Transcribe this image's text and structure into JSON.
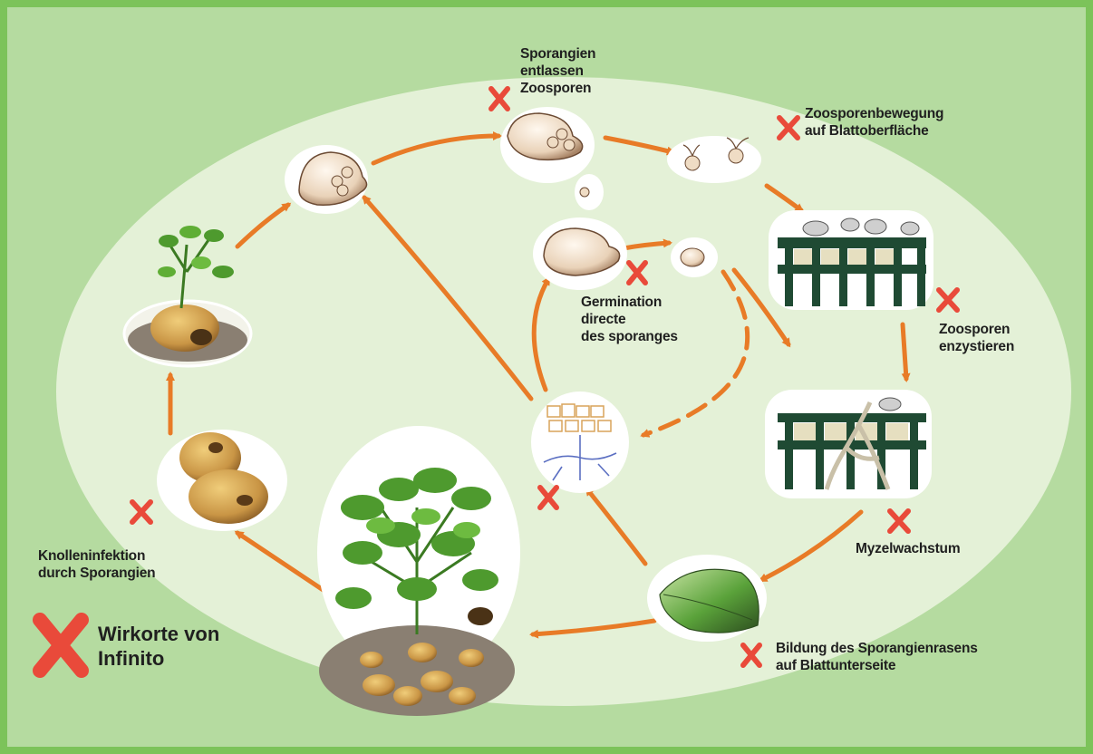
{
  "labels": {
    "sporangia_release": [
      "Sporangien",
      "entlassen",
      "Zoosporen"
    ],
    "zoospore_movement": [
      "Zoosporenbewegung",
      "auf Blattoberfläche"
    ],
    "germination": [
      "Germination",
      "directe",
      "des sporanges"
    ],
    "encystment": [
      "Zoosporen",
      "enzystieren"
    ],
    "mycelium": [
      "Myzelwachstum"
    ],
    "sporangium_lawn": [
      "Bildung des Sporangienrasens",
      "auf Blattunterseite"
    ],
    "tuber_infection": [
      "Knolleninfektion",
      "durch Sporangien"
    ]
  },
  "legend": {
    "lines": [
      "Wirkorte von",
      "Infinito"
    ]
  },
  "colors": {
    "frame": "#7cc35a",
    "background": "#b5dba0",
    "ellipse": "#e4f1d7",
    "arrow": "#e87b27",
    "cross": "#e94a3a"
  }
}
